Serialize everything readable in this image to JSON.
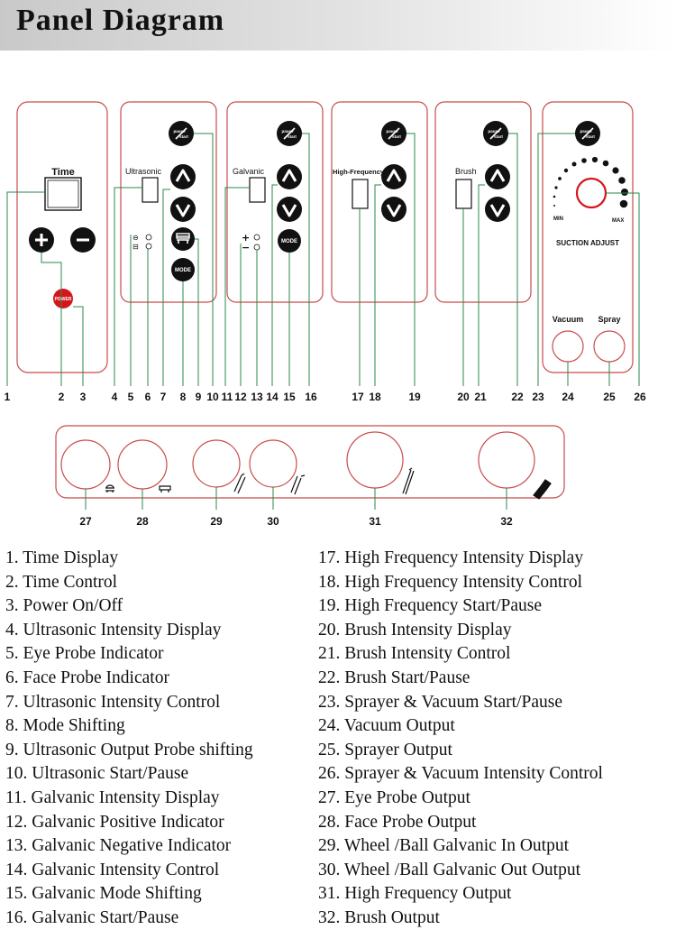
{
  "header": {
    "title": "Panel Diagram"
  },
  "panel": {
    "time_label": "Time",
    "power_label": "POWER",
    "ultrasonic_label": "Ultrasonic",
    "galvanic_label": "Galvanic",
    "high_frequency_label": "High-Frequency",
    "brush_label": "Brush",
    "mode_label": "MODE",
    "pause_start_line1": "pause",
    "pause_start_line2": "start",
    "min_label": "MIN",
    "max_label": "MAX",
    "suction_adjust_label": "SUCTION ADJUST",
    "vacuum_label": "Vacuum",
    "spray_label": "Spray"
  },
  "callouts_top": [
    "1",
    "2",
    "3",
    "4",
    "5",
    "6",
    "7",
    "8",
    "9",
    "10",
    "11",
    "12",
    "13",
    "14",
    "15",
    "16",
    "17",
    "18",
    "19",
    "20",
    "21",
    "22",
    "23",
    "24",
    "25",
    "26"
  ],
  "callouts_bottom": [
    "27",
    "28",
    "29",
    "30",
    "31",
    "32"
  ],
  "legend_left": [
    "1. Time Display",
    "2. Time Control",
    "3. Power On/Off",
    "4. Ultrasonic Intensity Display",
    "5. Eye Probe Indicator",
    "6. Face Probe Indicator",
    "7. Ultrasonic Intensity Control",
    "8. Mode Shifting",
    "9. Ultrasonic Output Probe shifting",
    "10. Ultrasonic Start/Pause",
    "11. Galvanic Intensity Display",
    "12. Galvanic Positive Indicator",
    "13. Galvanic Negative Indicator",
    "14. Galvanic Intensity Control",
    "15. Galvanic Mode Shifting",
    "16. Galvanic Start/Pause"
  ],
  "legend_right": [
    "17. High Frequency Intensity Display",
    "18. High Frequency Intensity Control",
    "19. High Frequency Start/Pause",
    "20. Brush Intensity Display",
    "21. Brush Intensity Control",
    "22. Brush Start/Pause",
    "23. Sprayer & Vacuum Start/Pause",
    "24. Vacuum Output",
    "25. Sprayer Output",
    "26. Sprayer & Vacuum Intensity Control",
    "27. Eye Probe Output",
    "28. Face Probe Output",
    "29. Wheel /Ball Galvanic In Output",
    "30. Wheel /Ball Galvanic Out Output",
    "31. High Frequency Output",
    "32. Brush Output"
  ],
  "colors": {
    "panel_border": "#c84c4c",
    "leader": "#2a8a4a",
    "power": "#d4161c",
    "text": "#111111"
  },
  "icons": [
    "plus-icon",
    "minus-icon",
    "up-arrow-icon",
    "down-arrow-icon",
    "eye-probe-icon",
    "face-probe-icon",
    "galvanic-roller-icon",
    "high-frequency-wand-icon",
    "brush-head-icon"
  ]
}
